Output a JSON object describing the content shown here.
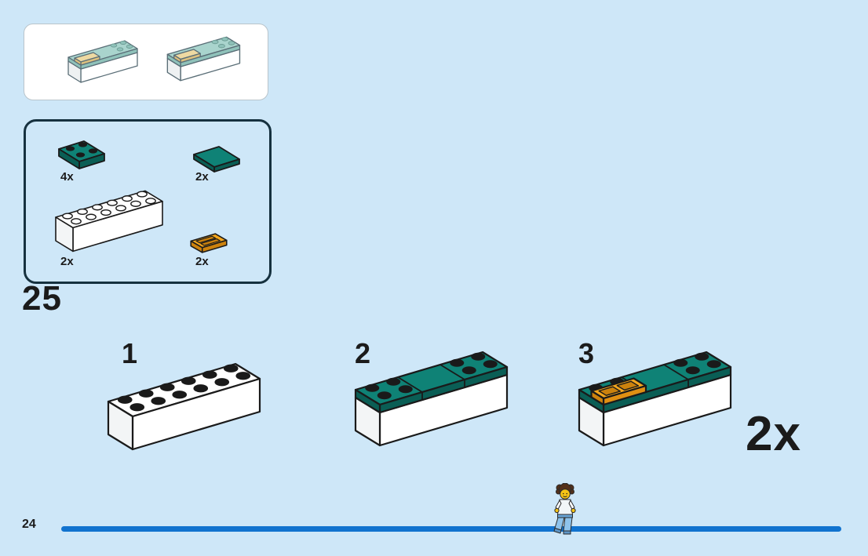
{
  "page": {
    "step_number": "25",
    "page_number": "24",
    "assembly_multiplier": "2x"
  },
  "parts_list": {
    "items": [
      {
        "name": "teal-plate-2x2",
        "count": "4x"
      },
      {
        "name": "teal-tile-2x2",
        "count": "2x"
      },
      {
        "name": "white-brick-2x6",
        "count": "2x"
      },
      {
        "name": "orange-grille-1x2",
        "count": "2x"
      }
    ]
  },
  "steps": [
    {
      "label": "1"
    },
    {
      "label": "2"
    },
    {
      "label": "3"
    }
  ],
  "colors": {
    "background": "#cee7f8",
    "teal": "#0f8276",
    "teal_shade": "#0a5e55",
    "orange": "#f3a61d",
    "orange_shade": "#cc820d",
    "progress_bar": "#1173cf",
    "text": "#1b1b1b"
  }
}
